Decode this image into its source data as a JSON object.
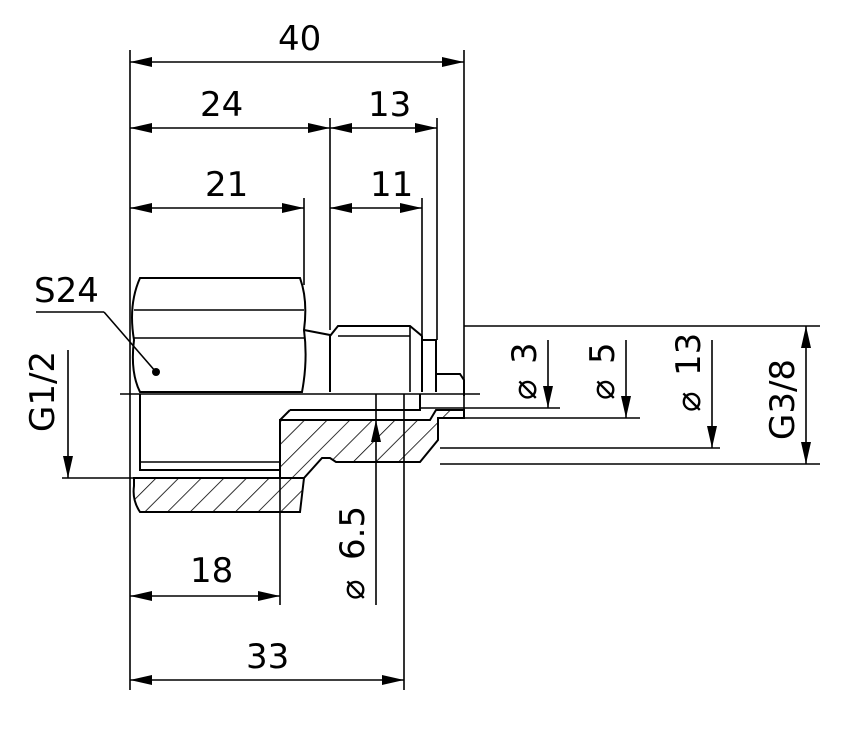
{
  "dimensions": {
    "overall_length": "40",
    "hex_section_length": "24",
    "spigot_length": "13",
    "hex_inner_length": "21",
    "thread_length": "11",
    "inner_thread_depth": "18",
    "bore_depth": "33"
  },
  "diameters": {
    "d3": "3",
    "d5": "5",
    "d13": "13",
    "d6_5": "6.5",
    "diameter_symbol": "⌀"
  },
  "threads": {
    "inlet": "G1/2",
    "outlet": "G3/8"
  },
  "wrench_size": "S24",
  "colors": {
    "line": "#000000",
    "background": "#ffffff"
  }
}
